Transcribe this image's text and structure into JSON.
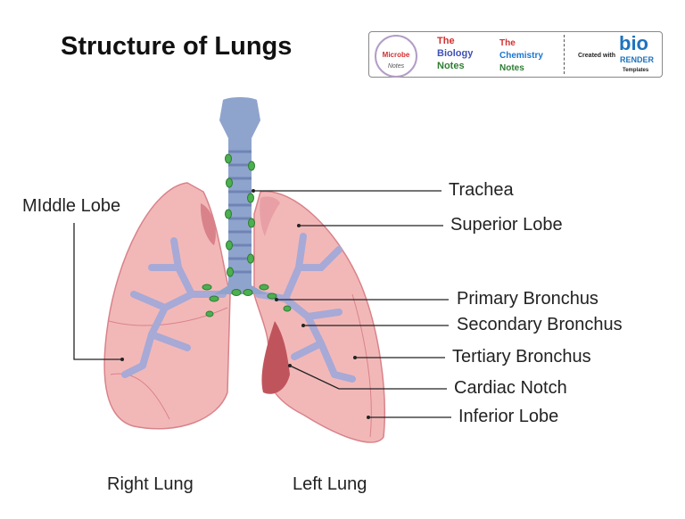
{
  "title": "Structure of Lungs",
  "labels": {
    "trachea": "Trachea",
    "superior_lobe": "Superior Lobe",
    "primary_bronchus": "Primary Bronchus",
    "secondary_bronchus": "Secondary Bronchus",
    "tertiary_bronchus": "Tertiary Bronchus",
    "cardiac_notch": "Cardiac Notch",
    "inferior_lobe": "Inferior Lobe",
    "middle_lobe": "MIddle Lobe",
    "right_lung": "Right Lung",
    "left_lung": "Left Lung"
  },
  "logo": {
    "microbe": "Microbe",
    "notes_script": "Notes",
    "bio_the": "The",
    "bio_biology": "Biology",
    "bio_notes": "Notes",
    "chem_the": "The",
    "chem_chemistry": "Chemistry",
    "chem_notes": "Notes",
    "created_with": "Created with",
    "bio": "bio",
    "render": "RENDER",
    "templates": "Templates"
  },
  "colors": {
    "lung": "#f2b8b8",
    "lung_dark": "#d9828a",
    "bronchi": "#a7a9d6",
    "trachea": "#8fa4cc",
    "node": "#4caf50"
  }
}
